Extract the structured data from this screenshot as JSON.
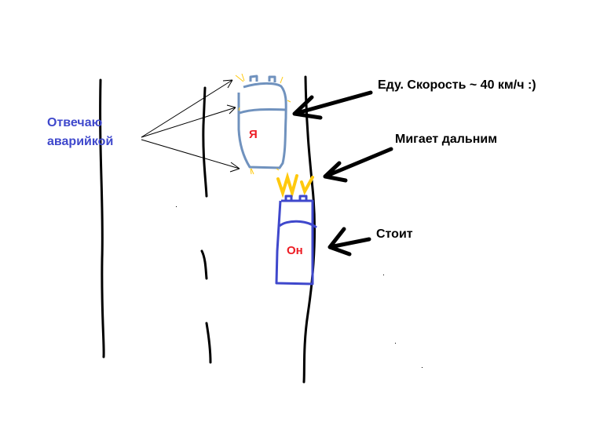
{
  "labels": {
    "left": [
      "Отвечаю",
      "аварийкой"
    ],
    "speed": "Еду. Скорость ~ 40 км/ч :)",
    "flashing": "Мигает дальним",
    "stopped": "Стоит",
    "me": "Я",
    "him": "Он"
  },
  "colors": {
    "road": "#000000",
    "my_car": "#7092be",
    "his_car": "#3f48cc",
    "car_label": "#ed1c24",
    "lights": "#ffc90e",
    "left_text": "#3f48cc"
  }
}
